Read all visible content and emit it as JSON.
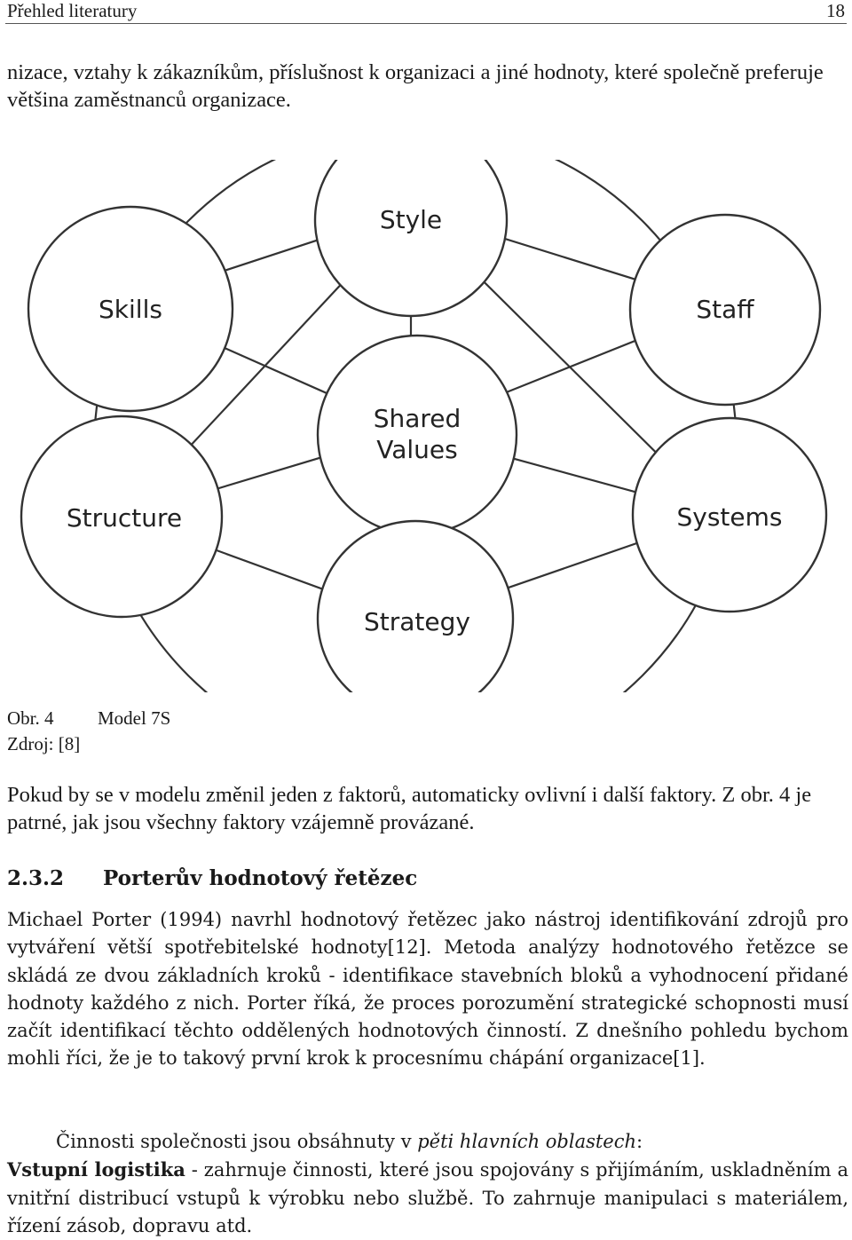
{
  "header": {
    "section_title": "Přehled literatury",
    "page_number": "18"
  },
  "intro_paragraph": "nizace, vztahy k zákazníkům, příslušnost k organizaci a jiné hodnoty, které společně preferuje většina zaměstnanců organizace.",
  "diagram": {
    "nodes": {
      "style": "Style",
      "skills": "Skills",
      "staff": "Staff",
      "shared_values_line1": "Shared",
      "shared_values_line2": "Values",
      "structure": "Structure",
      "systems": "Systems",
      "strategy": "Strategy"
    }
  },
  "caption": {
    "label": "Obr. 4",
    "title": "Model 7S",
    "source": "Zdroj: [8]"
  },
  "paragraph_2": "Pokud by se v modelu změnil jeden z faktorů, automaticky ovlivní i další faktory. Z obr. 4 je patrné, jak jsou všechny faktory vzájemně provázané.",
  "section": {
    "number": "2.3.2",
    "title": "Porterův hodnotový řetězec"
  },
  "paragraph_3": "Michael Porter (1994) navrhl hodnotový řetězec jako nástroj identifikování zdrojů pro vytváření větší spotřebitelské hodnoty[12]. Metoda analýzy hodnotového řetězce se skládá ze dvou základních kroků - identifikace stavebních bloků a vyhodnocení přidané hodnoty každého z nich. Porter říká, že proces porozumění strategické schopnosti musí začít identifikací těchto oddělených hodnotových činností. Z dnešního pohledu bychom mohli říci, že je to takový první krok k procesnímu chápání organizace[1].",
  "paragraph_4": {
    "lead_prefix": "Činnosti společnosti jsou obsáhnuty v ",
    "lead_emphasis": "pěti hlavních oblastech",
    "lead_suffix": ":",
    "term": "Vstupní logistika",
    "definition": " - zahrnuje činnosti, které jsou spojovány s přijímáním, uskladněním a vnitřní distribucí vstupů k výrobku nebo službě. To zahrnuje manipulaci s materiálem, řízení zásob, dopravu atd."
  }
}
